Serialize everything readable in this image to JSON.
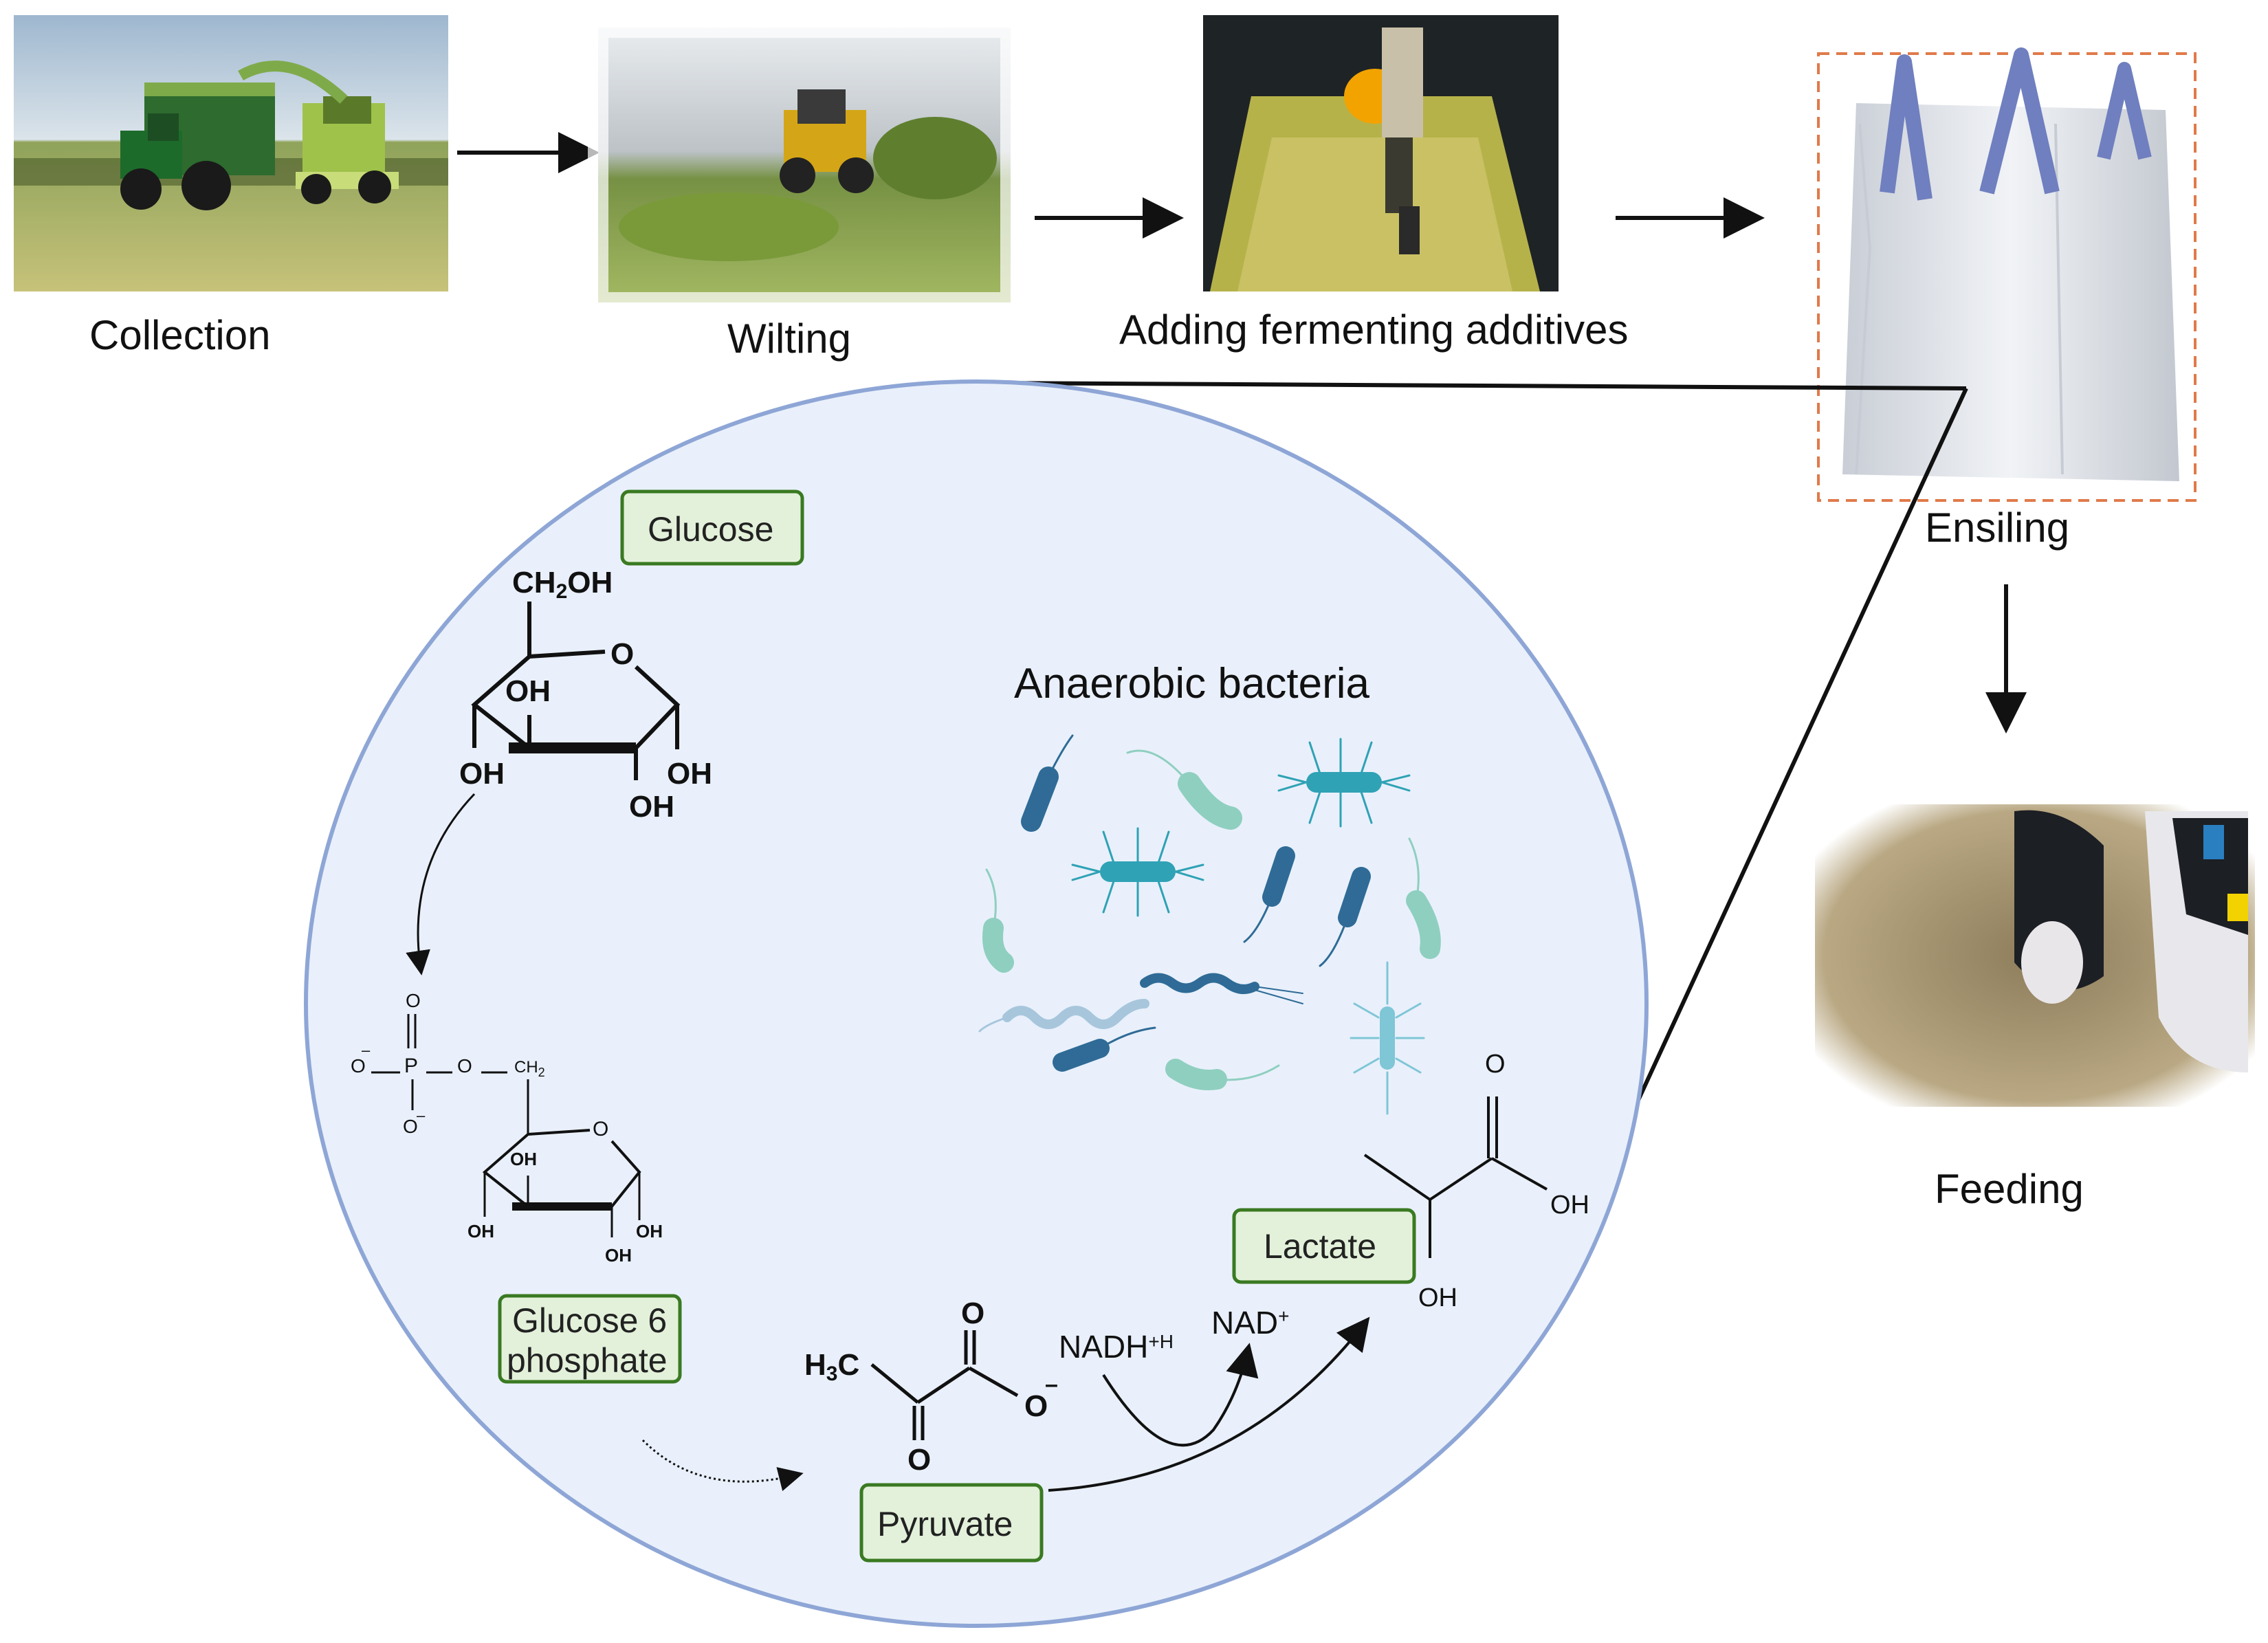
{
  "steps": {
    "collection": "Collection",
    "wilting": "Wilting",
    "additives": "Adding fermenting additives",
    "ensiling": "Ensiling",
    "feeding": "Feeding"
  },
  "metabolism": {
    "glucose_box": "Glucose",
    "g6p_box_line1": "Glucose 6",
    "g6p_box_line2": "phosphate",
    "pyruvate_box": "Pyruvate",
    "lactate_box": "Lactate",
    "bacteria_label": "Anaerobic bacteria",
    "cofactor_in": "NADH",
    "cofactor_in_sup": "+H",
    "cofactor_out": "NAD",
    "cofactor_out_sup": "+"
  },
  "chemistry": {
    "ch2oh_a": "CH",
    "ch2oh_sub": "2",
    "ch2oh_b": "OH",
    "ring_o": "O",
    "oh": "OH",
    "g6p_o": "O",
    "g6p_om": "O",
    "minus": "–",
    "g6p_p": "P",
    "g6p_ch2": "CH",
    "g6p_ch2_sub": "2",
    "h3c_a": "H",
    "h3c_sub": "3",
    "h3c_b": "C"
  },
  "colors": {
    "circle_fill": "#e9f0fb",
    "circle_stroke": "#8ea6d6",
    "box_fill": "#e3f1da",
    "box_stroke": "#3a7a22",
    "dashed_box": "#e07a4a",
    "bacteria_dark": "#2f6b96",
    "bacteria_teal": "#2fa2b5",
    "bacteria_light": "#8fcfbf"
  }
}
